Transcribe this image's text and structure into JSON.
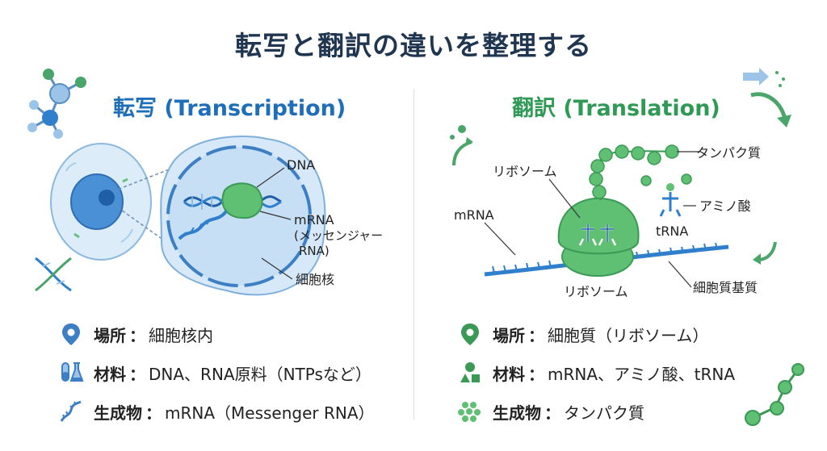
{
  "title": "転写と翻訳の違いを整理する",
  "transcription": {
    "heading": "転写 (Transcription)",
    "labels": {
      "dna": "DNA",
      "mrna": "mRNA",
      "mrna_sub1": "(メッセンジャー",
      "mrna_sub2": "RNA)",
      "nucleus": "細胞核"
    },
    "info": [
      {
        "icon": "location-pin-icon",
        "key": "場所",
        "value": "細胞核内"
      },
      {
        "icon": "test-tube-flask-icon",
        "key": "材料",
        "value": "DNA、RNA原料（NTPsなど）"
      },
      {
        "icon": "rna-strand-icon",
        "key": "生成物",
        "value": "mRNA（Messenger RNA）"
      }
    ]
  },
  "translation": {
    "heading": "翻訳 (Translation)",
    "labels": {
      "ribosome_top": "リボソーム",
      "protein": "タンパク質",
      "amino_acid": "アミノ酸",
      "trna": "tRNA",
      "mrna": "mRNA",
      "ribosome_bottom": "リボソーム",
      "cytoplasm": "細胞質基質"
    },
    "info": [
      {
        "icon": "location-pin-icon",
        "key": "場所",
        "value": "細胞質（リボソーム）"
      },
      {
        "icon": "shapes-icon",
        "key": "材料",
        "value": "mRNA、アミノ酸、tRNA"
      },
      {
        "icon": "bead-cluster-icon",
        "key": "生成物",
        "value": "タンパク質"
      }
    ]
  },
  "colors": {
    "blue": "#1f6fb8",
    "green": "#2f9a55",
    "title": "#1f3550"
  }
}
